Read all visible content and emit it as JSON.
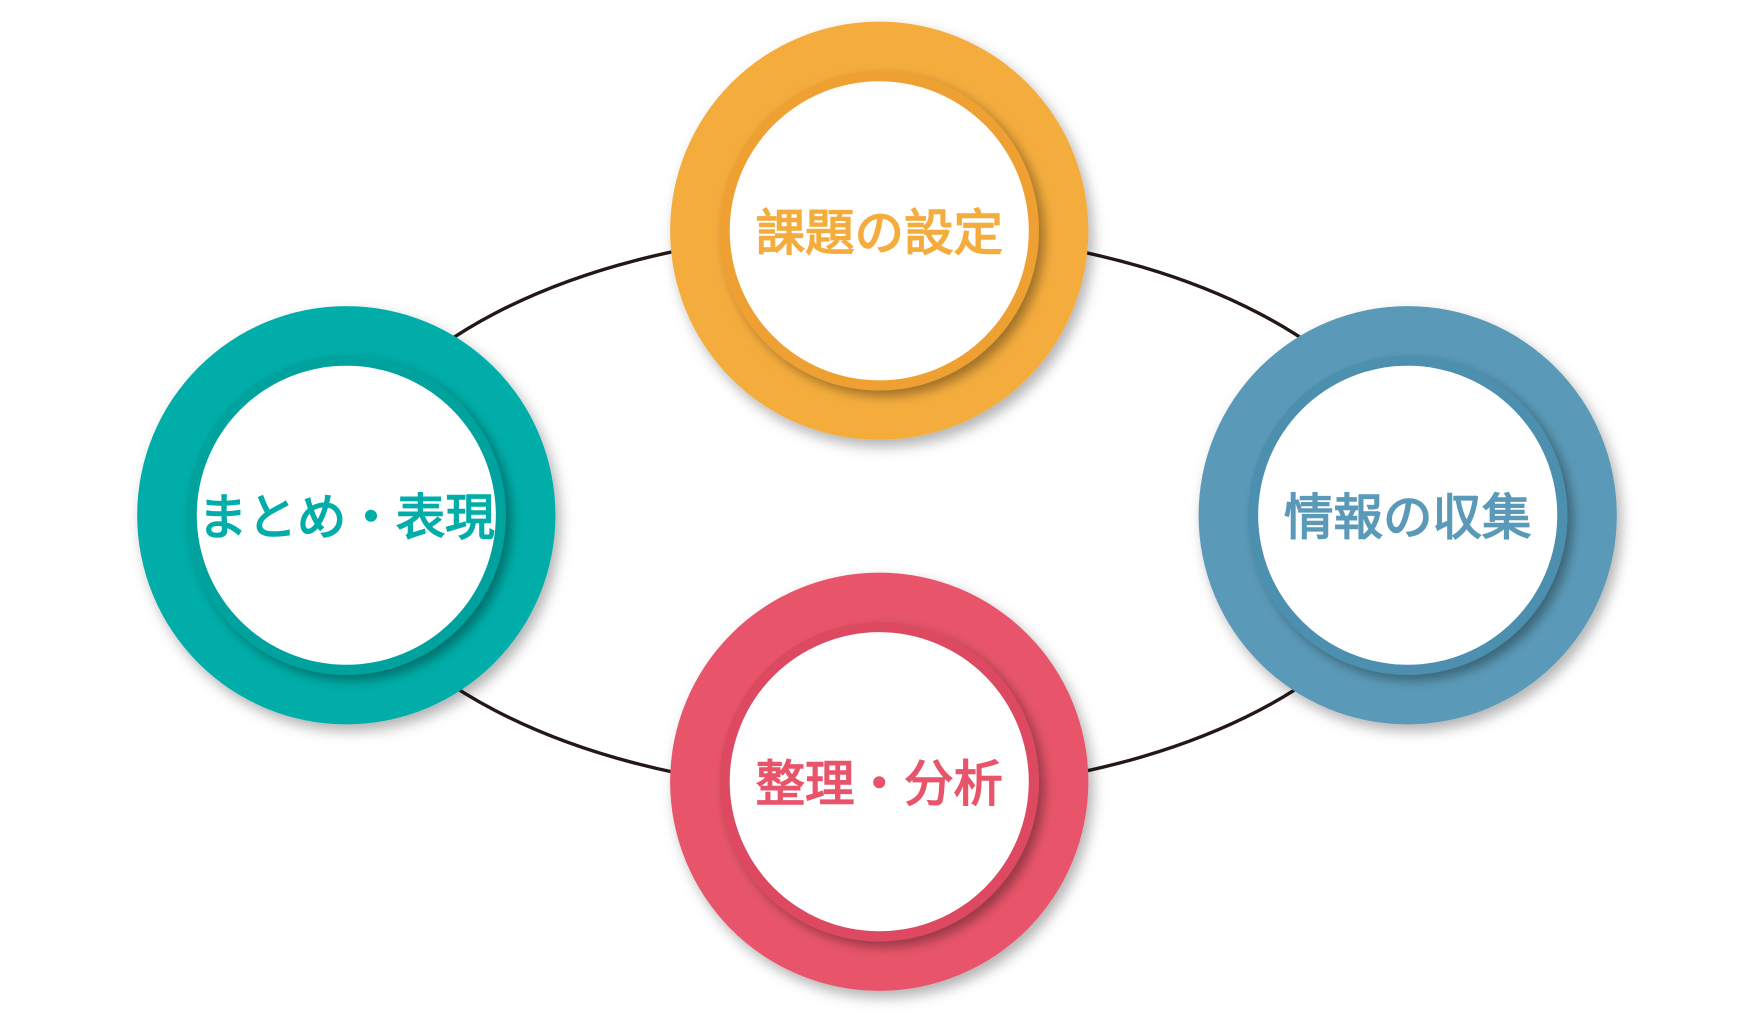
{
  "diagram": {
    "type": "cycle",
    "nodes": [
      {
        "id": "top",
        "label": "課題の設定",
        "color": "#F4AC3D",
        "ring": "#EFA030"
      },
      {
        "id": "right",
        "label": "情報の収集",
        "color": "#5A9AB8",
        "ring": "#4E8FAE"
      },
      {
        "id": "bottom",
        "label": "整理・分析",
        "color": "#E8546A",
        "ring": "#DC4A60"
      },
      {
        "id": "left",
        "label": "まとめ・表現",
        "color": "#00ADA8",
        "ring": "#00A29D"
      }
    ],
    "connector_color": "#231815"
  }
}
